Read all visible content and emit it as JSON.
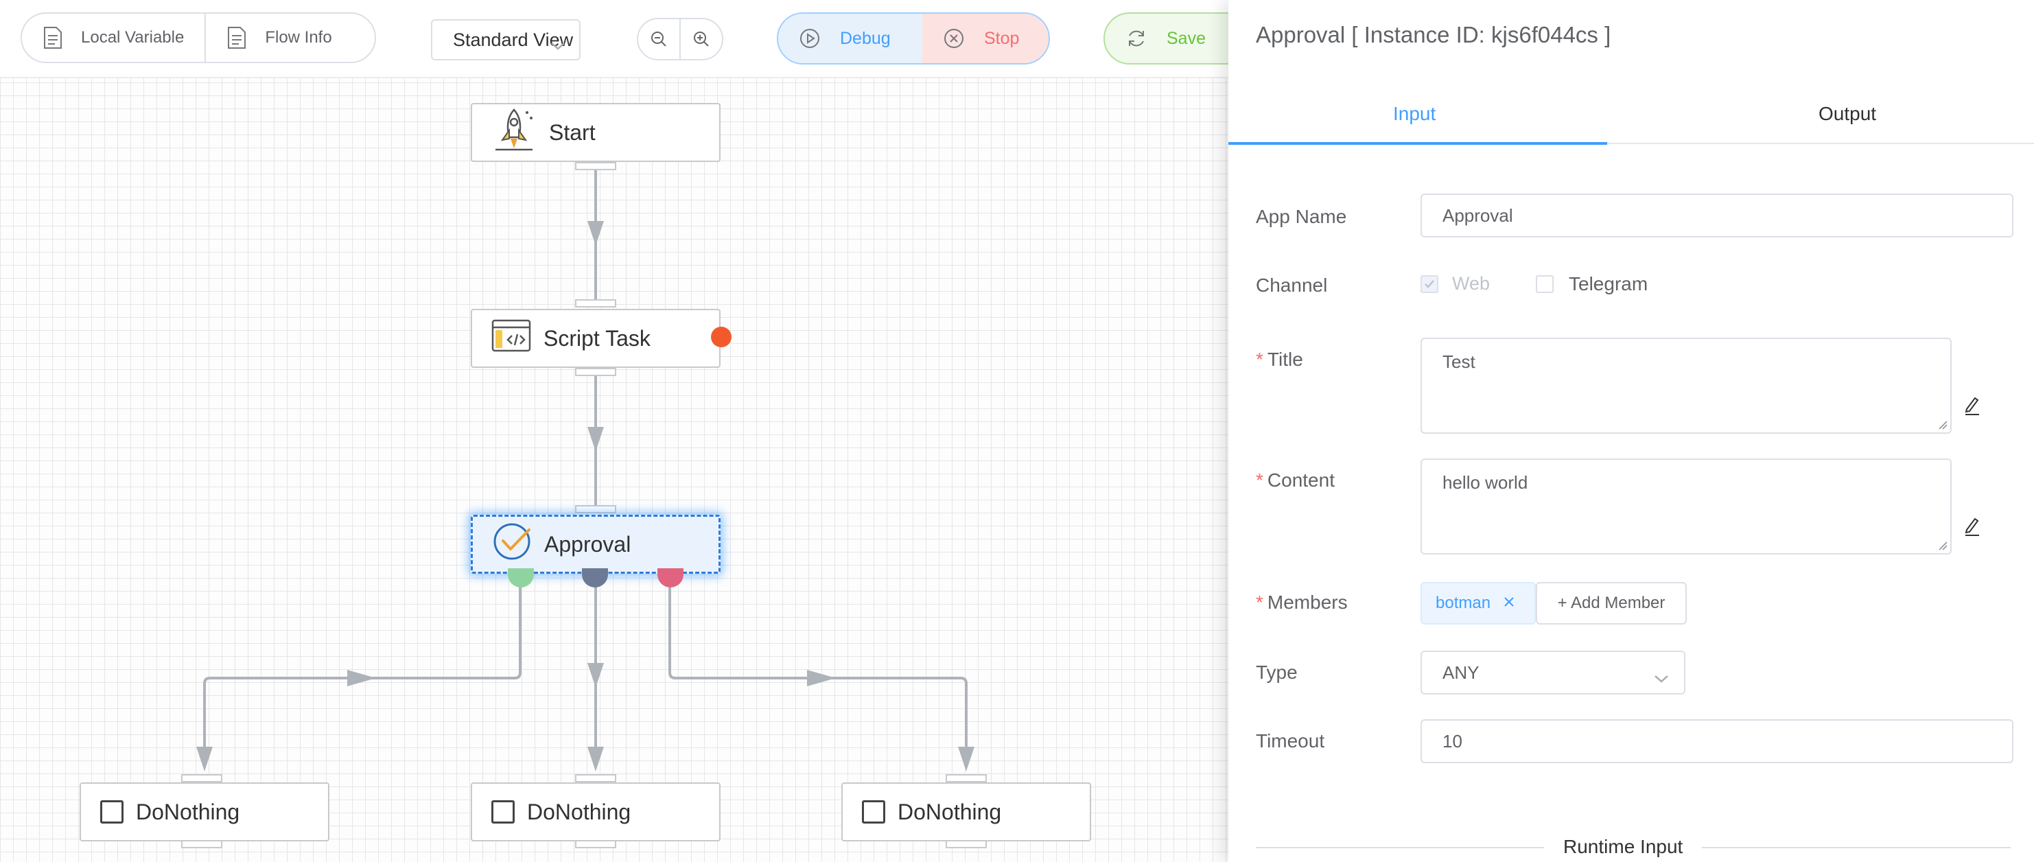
{
  "toolbar": {
    "local_variable": "Local Variable",
    "flow_info": "Flow Info",
    "mode_select": "Standard View",
    "debug": "Debug",
    "stop": "Stop",
    "save": "Save"
  },
  "flow": {
    "nodes": {
      "start": "Start",
      "script_task": "Script Task",
      "approval": "Approval",
      "do_nothing_left": "DoNothing",
      "do_nothing_center": "DoNothing",
      "do_nothing_right": "DoNothing"
    }
  },
  "panel": {
    "title": "Approval [ Instance ID: kjs6f044cs ]",
    "tabs": {
      "input": "Input",
      "output": "Output"
    },
    "fields": {
      "app_name_label": "App Name",
      "app_name_value": "Approval",
      "channel_label": "Channel",
      "channel_web": "Web",
      "channel_telegram": "Telegram",
      "title_label": "Title",
      "title_value": "Test",
      "content_label": "Content",
      "content_value": "hello world",
      "members_label": "Members",
      "member_tag": "botman",
      "add_member": "+ Add Member",
      "type_label": "Type",
      "type_value": "ANY",
      "timeout_label": "Timeout",
      "timeout_value": "10"
    },
    "runtime_input": "Runtime Input"
  },
  "colors": {
    "accent": "#409eff",
    "danger": "#f56c6c",
    "success": "#67c23a",
    "node_selected_border": "#2f7bd8"
  }
}
